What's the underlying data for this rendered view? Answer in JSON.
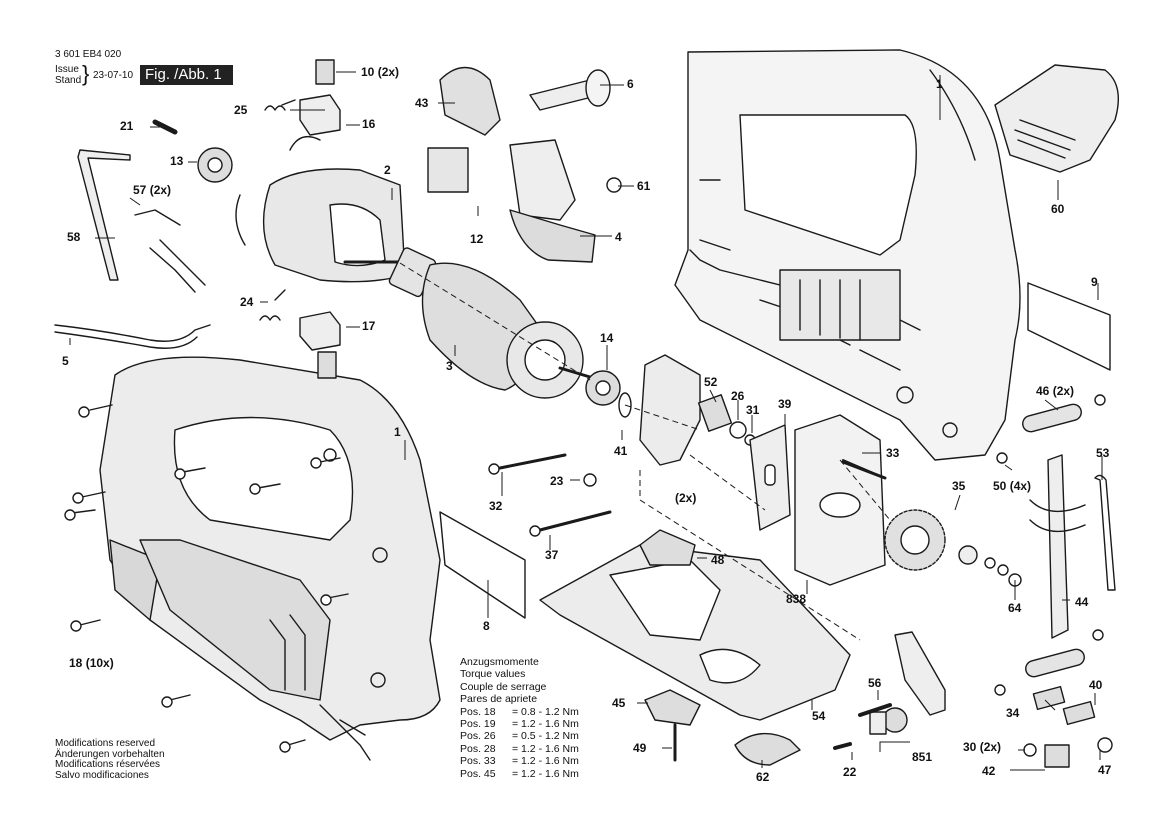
{
  "header": {
    "part_number": "3 601 EB4 020",
    "issue_label": "Issue",
    "stand_label": "Stand",
    "date": "23-07-10",
    "figure_tag": "Fig. /Abb. 1"
  },
  "torque": {
    "lines": [
      "Anzugsmomente",
      "Torque values",
      "Couple de serrage",
      "Pares de apriete"
    ],
    "rows": [
      {
        "pos": "Pos. 18",
        "value": "= 0.8 - 1.2 Nm"
      },
      {
        "pos": "Pos. 19",
        "value": "= 1.2 - 1.6 Nm"
      },
      {
        "pos": "Pos. 26",
        "value": "= 0.5 - 1.2 Nm"
      },
      {
        "pos": "Pos. 28",
        "value": "= 1.2 - 1.6 Nm"
      },
      {
        "pos": "Pos. 33",
        "value": "= 1.2 - 1.6 Nm"
      },
      {
        "pos": "Pos. 45",
        "value": "= 1.2 - 1.6 Nm"
      }
    ]
  },
  "modifications": [
    "Modifications reserved",
    "Änderungen vorbehalten",
    "Modifications réservées",
    "Salvo modificaciones"
  ],
  "callouts": {
    "c1a": "1",
    "c1b": "1",
    "c2": "2",
    "c3": "3",
    "c4": "4",
    "c5": "5",
    "c6": "6",
    "c8": "8",
    "c9": "9",
    "c10": "10",
    "c10q": "(2x)",
    "c12": "12",
    "c13": "13",
    "c14": "14",
    "c16": "16",
    "c17": "17",
    "c18": "18",
    "c18q": "(10x)",
    "c21": "21",
    "c22": "22",
    "c23": "23",
    "c24": "24",
    "c25": "25",
    "c26": "26",
    "c30": "30",
    "c30q": "(2x)",
    "c31": "31",
    "c32": "32",
    "c33": "33",
    "c34": "34",
    "c35": "35",
    "c37": "37",
    "c39": "39",
    "c40": "40",
    "c41": "41",
    "c42": "42",
    "c43": "43",
    "c44": "44",
    "c45": "45",
    "c46": "46",
    "c46q": "(2x)",
    "c47": "47",
    "c48": "48",
    "c49": "49",
    "c50": "50",
    "c50q": "(4x)",
    "c52": "52",
    "c53": "53",
    "c54": "54",
    "c56": "56",
    "c57": "57",
    "c57q": "(2x)",
    "c58": "58",
    "c60": "60",
    "c61": "61",
    "c62": "62",
    "c64": "64",
    "c838": "838",
    "c851": "851",
    "c2x": "(2x)"
  }
}
